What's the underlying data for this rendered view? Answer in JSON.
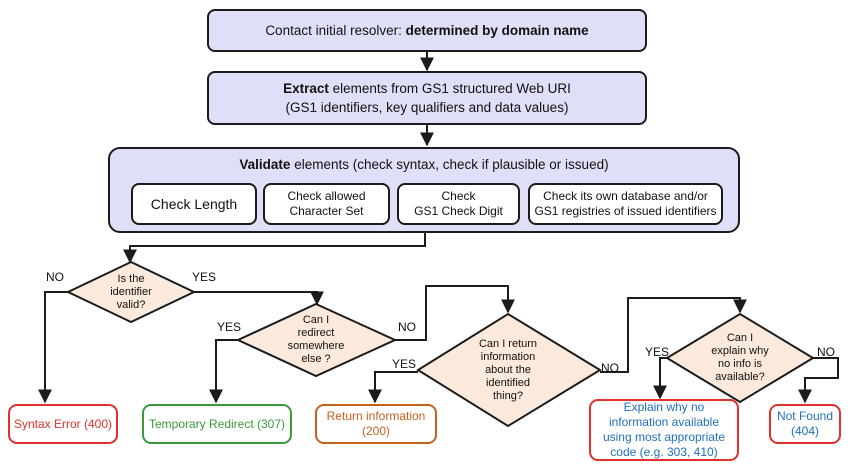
{
  "resolver": {
    "prefix": "Contact initial resolver: ",
    "bold": "determined by domain name"
  },
  "extract": {
    "bold": "Extract",
    "rest": " elements from GS1 structured Web URI",
    "line2": "(GS1 identifiers, key qualifiers and data values)"
  },
  "validate": {
    "bold": "Validate",
    "rest": " elements (check syntax, check if plausible or issued)",
    "checks": [
      {
        "line1": "Check Length",
        "line2": ""
      },
      {
        "line1": "Check allowed",
        "line2": "Character Set"
      },
      {
        "line1": "Check",
        "line2": "GS1 Check Digit"
      },
      {
        "line1": "Check its own database and/or",
        "line2": "GS1 registries of issued identifiers"
      }
    ]
  },
  "decisions": {
    "valid": [
      "Is the",
      "identifier",
      "valid?"
    ],
    "redirect": [
      "Can I",
      "redirect",
      "somewhere",
      "else ?"
    ],
    "return_info": [
      "Can I return",
      "information",
      "about the",
      "identified",
      "thing?"
    ],
    "explain": [
      "Can I",
      "explain why",
      "no info is",
      "available?"
    ]
  },
  "labels": {
    "no": "NO",
    "yes": "YES"
  },
  "outcomes": {
    "syntax_error": {
      "lines": [
        "Syntax Error (400)"
      ],
      "color": "#e0312b"
    },
    "temp_redirect": {
      "lines": [
        "Temporary Redirect (307)"
      ],
      "color": "#3a9a3a"
    },
    "return_info": {
      "lines": [
        "Return information",
        "(200)"
      ],
      "color": "#c75f1e"
    },
    "explain": {
      "lines": [
        "Explain why no",
        "information available",
        "using most appropriate",
        "code (e.g. 303, 410)"
      ],
      "color": "#1f6fc0",
      "border": "#e0312b"
    },
    "not_found": {
      "lines": [
        "Not Found",
        "(404)"
      ],
      "color": "#1f6fc0",
      "border": "#e0312b"
    }
  },
  "colors": {
    "box_fill": "#dfdff8",
    "diamond_fill": "#fbeadb",
    "stroke": "#1b1b1b"
  }
}
